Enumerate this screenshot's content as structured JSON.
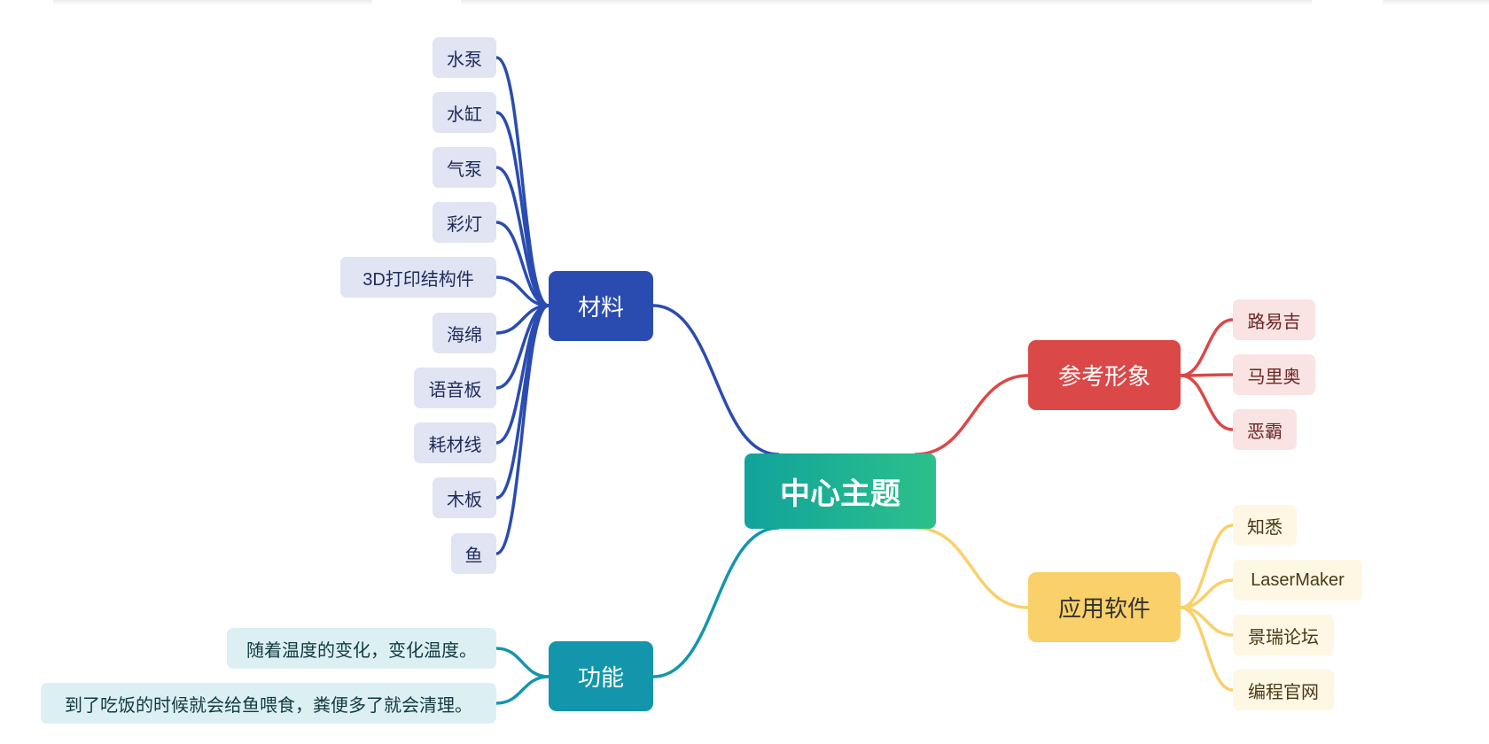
{
  "colors": {
    "materials": "#2a4cb1",
    "function": "#1396ac",
    "reference": "#db4848",
    "software": "#f9d06a"
  },
  "center": {
    "label": "中心主题"
  },
  "branches": {
    "materials": {
      "label": "材料",
      "items": [
        "水泵",
        "水缸",
        "气泵",
        "彩灯",
        "3D打印结构件",
        "海绵",
        "语音板",
        "耗材线",
        "木板",
        "鱼"
      ]
    },
    "function": {
      "label": "功能",
      "items": [
        "随着温度的变化，变化温度。",
        "到了吃饭的时候就会给鱼喂食，粪便多了就会清理。"
      ]
    },
    "reference": {
      "label": "参考形象",
      "items": [
        "路易吉",
        "马里奥",
        "恶霸"
      ]
    },
    "software": {
      "label": "应用软件",
      "items": [
        "知悉",
        "LaserMaker",
        "景瑞论坛",
        "编程官网"
      ]
    }
  }
}
